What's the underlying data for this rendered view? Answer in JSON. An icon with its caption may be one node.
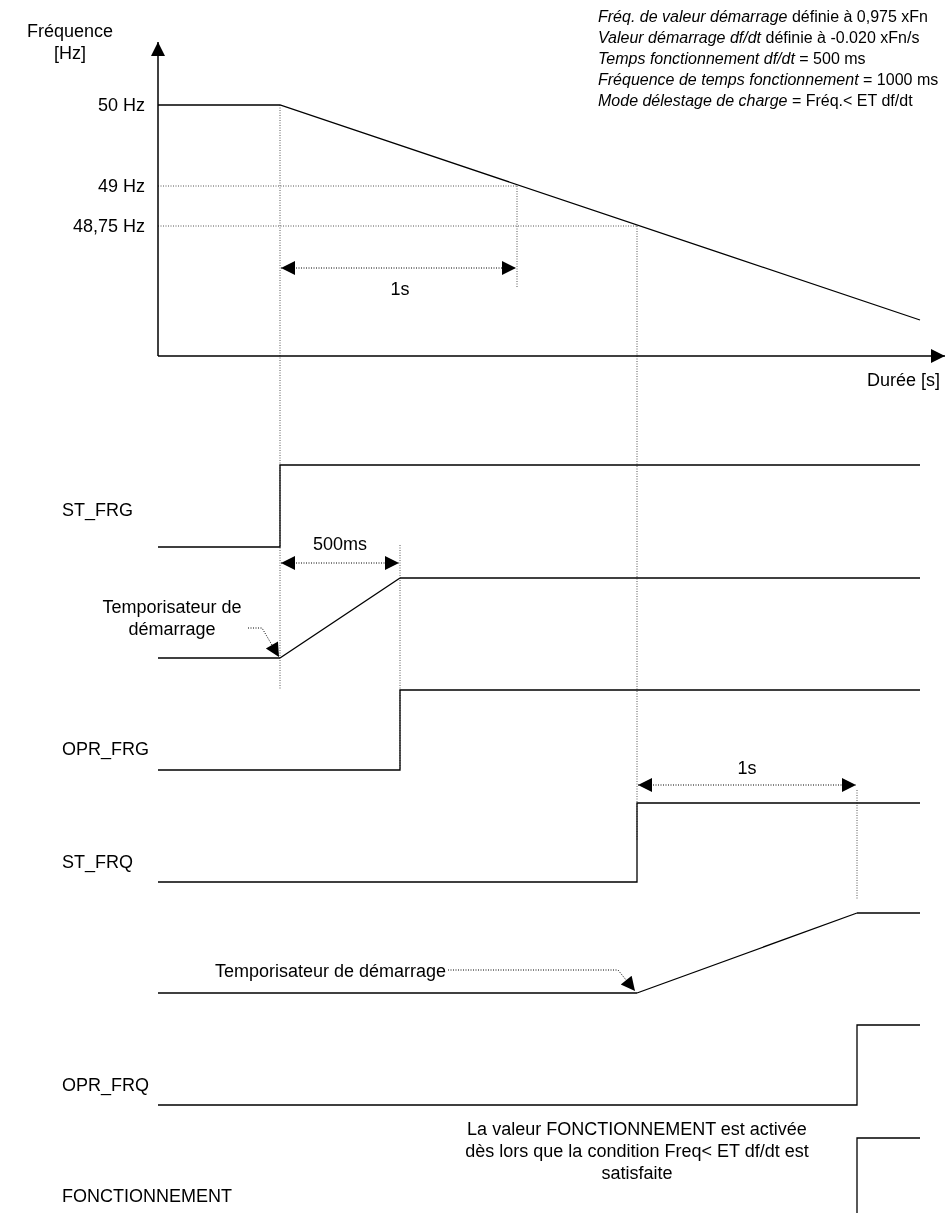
{
  "diagram": {
    "nodes": [
      {
        "text": [
          "Temporisateur de démarrage"
        ]
      },
      {
        "text": [
          "Temporisateur de démarrage"
        ]
      },
      {
        "text": [],
        "shape": "line"
      },
      {
        "text": [],
        "shape": "line"
      }
    ],
    "edges": [
      {
        "from": 0,
        "to": 2,
        "arrow": "to",
        "style": "dashed"
      },
      {
        "from": 1,
        "to": 3,
        "arrow": "to",
        "style": "dashed"
      }
    ],
    "labels": [
      "Fréquence [Hz]",
      "*Fréq. de valeur démarrage* définie à 0,975 xFn",
      "*Valeur démarrage df/dt* définie à -0.020 xFn/s",
      "*Temps fonctionnement df/dt* = 500 ms",
      "*Fréquence de temps fonctionnement*  = 1000 ms",
      "*Mode délestage de charge* = Fréq.< ET df/dt",
      "50 Hz",
      "49 Hz",
      "48,75 Hz",
      "1s",
      "Durée [s]",
      "ST_FRG",
      "500ms",
      "OPR_FRG",
      "ST_FRQ",
      "1s",
      "OPR_FRQ",
      "La valeur FONCTIONNEMENT est activée dès lors que la condition Freq< ET df/dt est satisfaite",
      "FONCTIONNEMENT"
    ]
  }
}
